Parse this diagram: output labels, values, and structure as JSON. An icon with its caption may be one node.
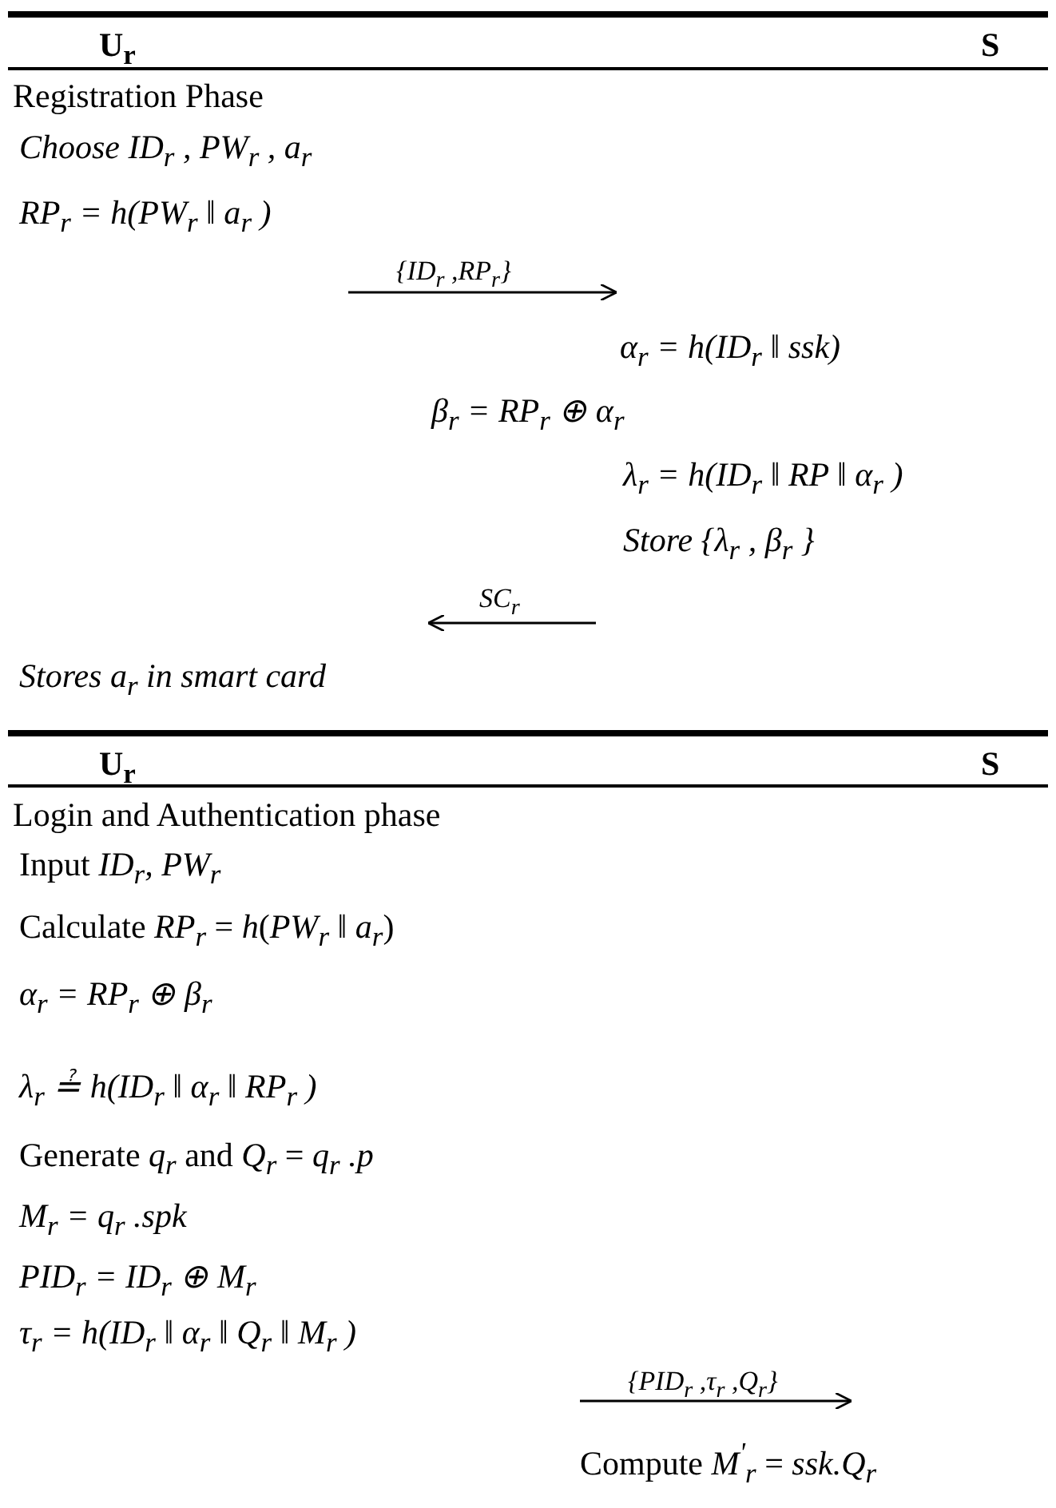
{
  "diagram": {
    "labels": [
      "U$_{r}$",
      "S",
      "Registration Phase",
      "Choose ID$_{r}$ , PW$_{r}$ , a$_{r}$",
      "RP$_{r}$ = h(PW$_{r}$ ‖ a$_{r}$ )",
      "{ID$_{r}$ ,RP$_{r}$}",
      "α$_{r}$ = h(ID$_{r}$ ‖ ssk)",
      "β$_{r}$ = RP$_{r}$ ⊕ α$_{r}$",
      "λ$_{r}$ = h(ID$_{r}$ ‖ RP ‖ α$_{r}$ )",
      "Store {λ$_{r}$ , β$_{r}$ }",
      "SC$_{r}$",
      "Stores a$_{r}$ in smart card",
      "U$_{r}$",
      "S",
      "Login and Authentication phase",
      "Input *ID$_{r}$, PW$_{r}$*",
      "Calculate *RP$_{r}$* = *h*(*PW$_{r}$* ‖ *a$_{r}$*)",
      "α$_{r}$ = RP$_{r}$ ⊕ β$_{r}$",
      "λ$_{r}$ ≟ h(ID$_{r}$ ‖ α$_{r}$ ‖ RP$_{r}$ )",
      "Generate *q$_{r}$* and *Q$_{r}$* = *q$_{r}$ .p*",
      "M$_{r}$ = q$_{r}$ .spk",
      "PID$_{r}$ = ID$_{r}$ ⊕ M$_{r}$",
      "τ$_{r}$ = h(ID$_{r}$ ‖ α$_{r}$ ‖ Q$_{r}$ ‖ M$_{r}$ )",
      "{PID$_{r}$ ,τ$_{r}$ ,Q$_{r}$}",
      "Compute *M$^{'}$$_{r}$* = *ssk.Q$_{r}$*"
    ]
  }
}
